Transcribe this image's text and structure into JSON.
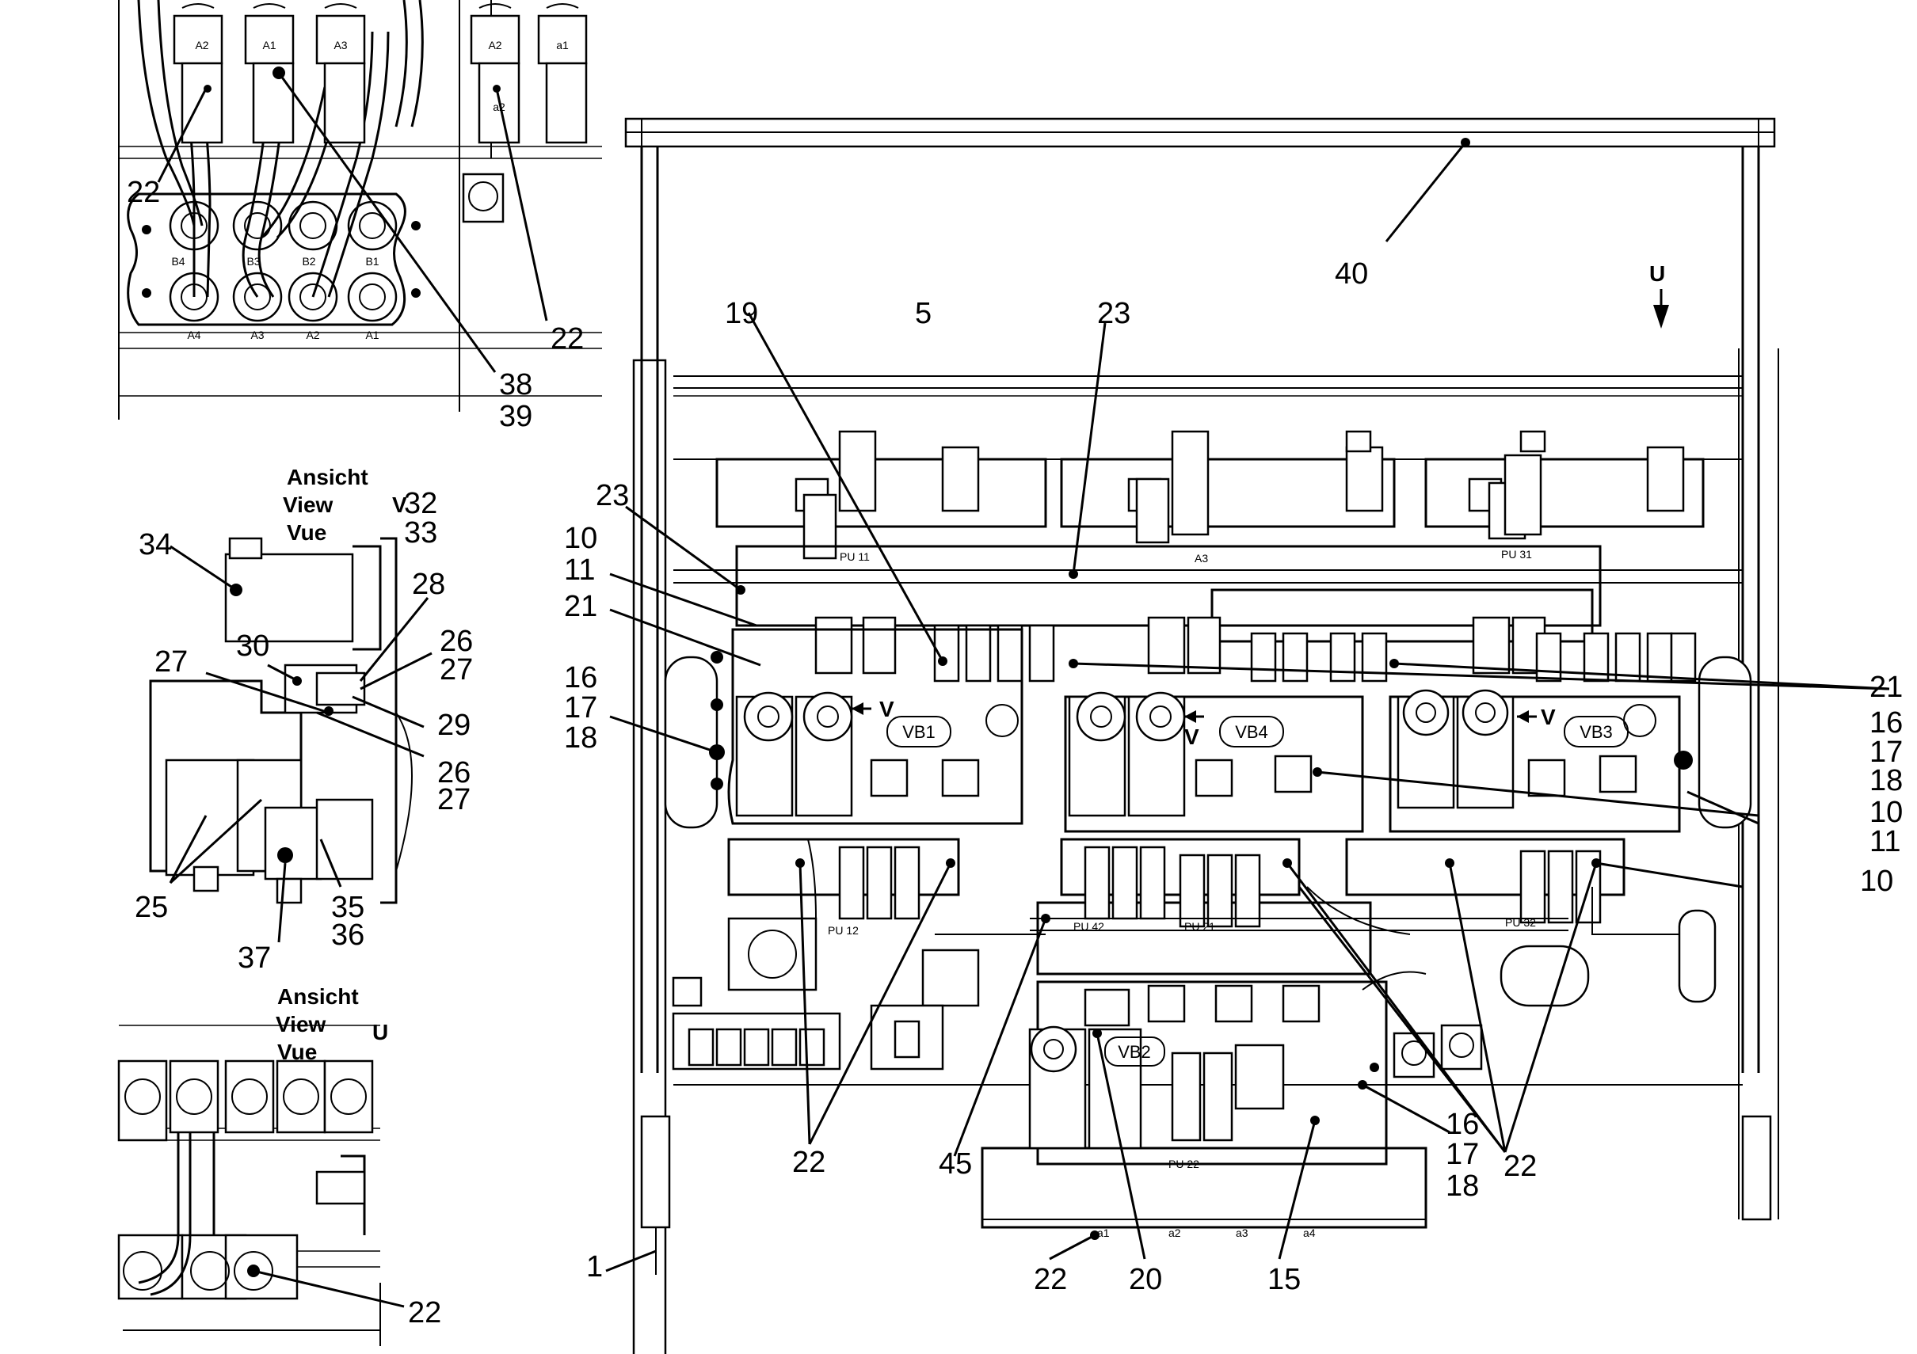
{
  "views": {
    "view_v": {
      "lines": [
        "Ansicht",
        "View",
        "Vue"
      ],
      "letter": "V"
    },
    "view_u": {
      "lines": [
        "Ansicht",
        "View",
        "Vue"
      ],
      "letter": "U"
    }
  },
  "block_labels": [
    "VB1",
    "VB4",
    "VB3",
    "VB2"
  ],
  "arrow_labels": [
    "V",
    "V",
    "V",
    "U"
  ],
  "small_labels": [
    "PU 11",
    "PU 12",
    "PU 21",
    "PU 22",
    "PU 31",
    "PU 32",
    "PU 42",
    "a1",
    "a2",
    "a3",
    "a4",
    "A4",
    "A3",
    "A2",
    "A1",
    "B4",
    "B3",
    "B2",
    "B1",
    "A3",
    "A2",
    "A1",
    "A3",
    "A2",
    "a1",
    "a2"
  ],
  "callouts": {
    "c22_a": "22",
    "c22_b": "22",
    "c38": "38",
    "c39": "39",
    "c32": "32",
    "c33": "33",
    "c34": "34",
    "c28": "28",
    "c26_a": "26",
    "c27_a": "27",
    "c30": "30",
    "c27_b": "27",
    "c29": "29",
    "c26_b": "26",
    "c27_c": "27",
    "c25": "25",
    "c35": "35",
    "c36": "36",
    "c37": "37",
    "c22_c": "22",
    "c40": "40",
    "c19": "19",
    "c5": "5",
    "c23_a": "23",
    "c23_b": "23",
    "c10_a": "10",
    "c11_a": "11",
    "c21_a": "21",
    "c16_a": "16",
    "c17_a": "17",
    "c18_a": "18",
    "c21_b": "21",
    "c16_b": "16",
    "c17_b": "17",
    "c18_b": "18",
    "c10_b": "10",
    "c11_b": "11",
    "c10_c": "10",
    "c22_d": "22",
    "c45": "45",
    "c22_e": "22",
    "c20": "20",
    "c15": "15",
    "c16_c": "16",
    "c17_c": "17",
    "c18_c": "18",
    "c22_f": "22",
    "c1": "1"
  }
}
